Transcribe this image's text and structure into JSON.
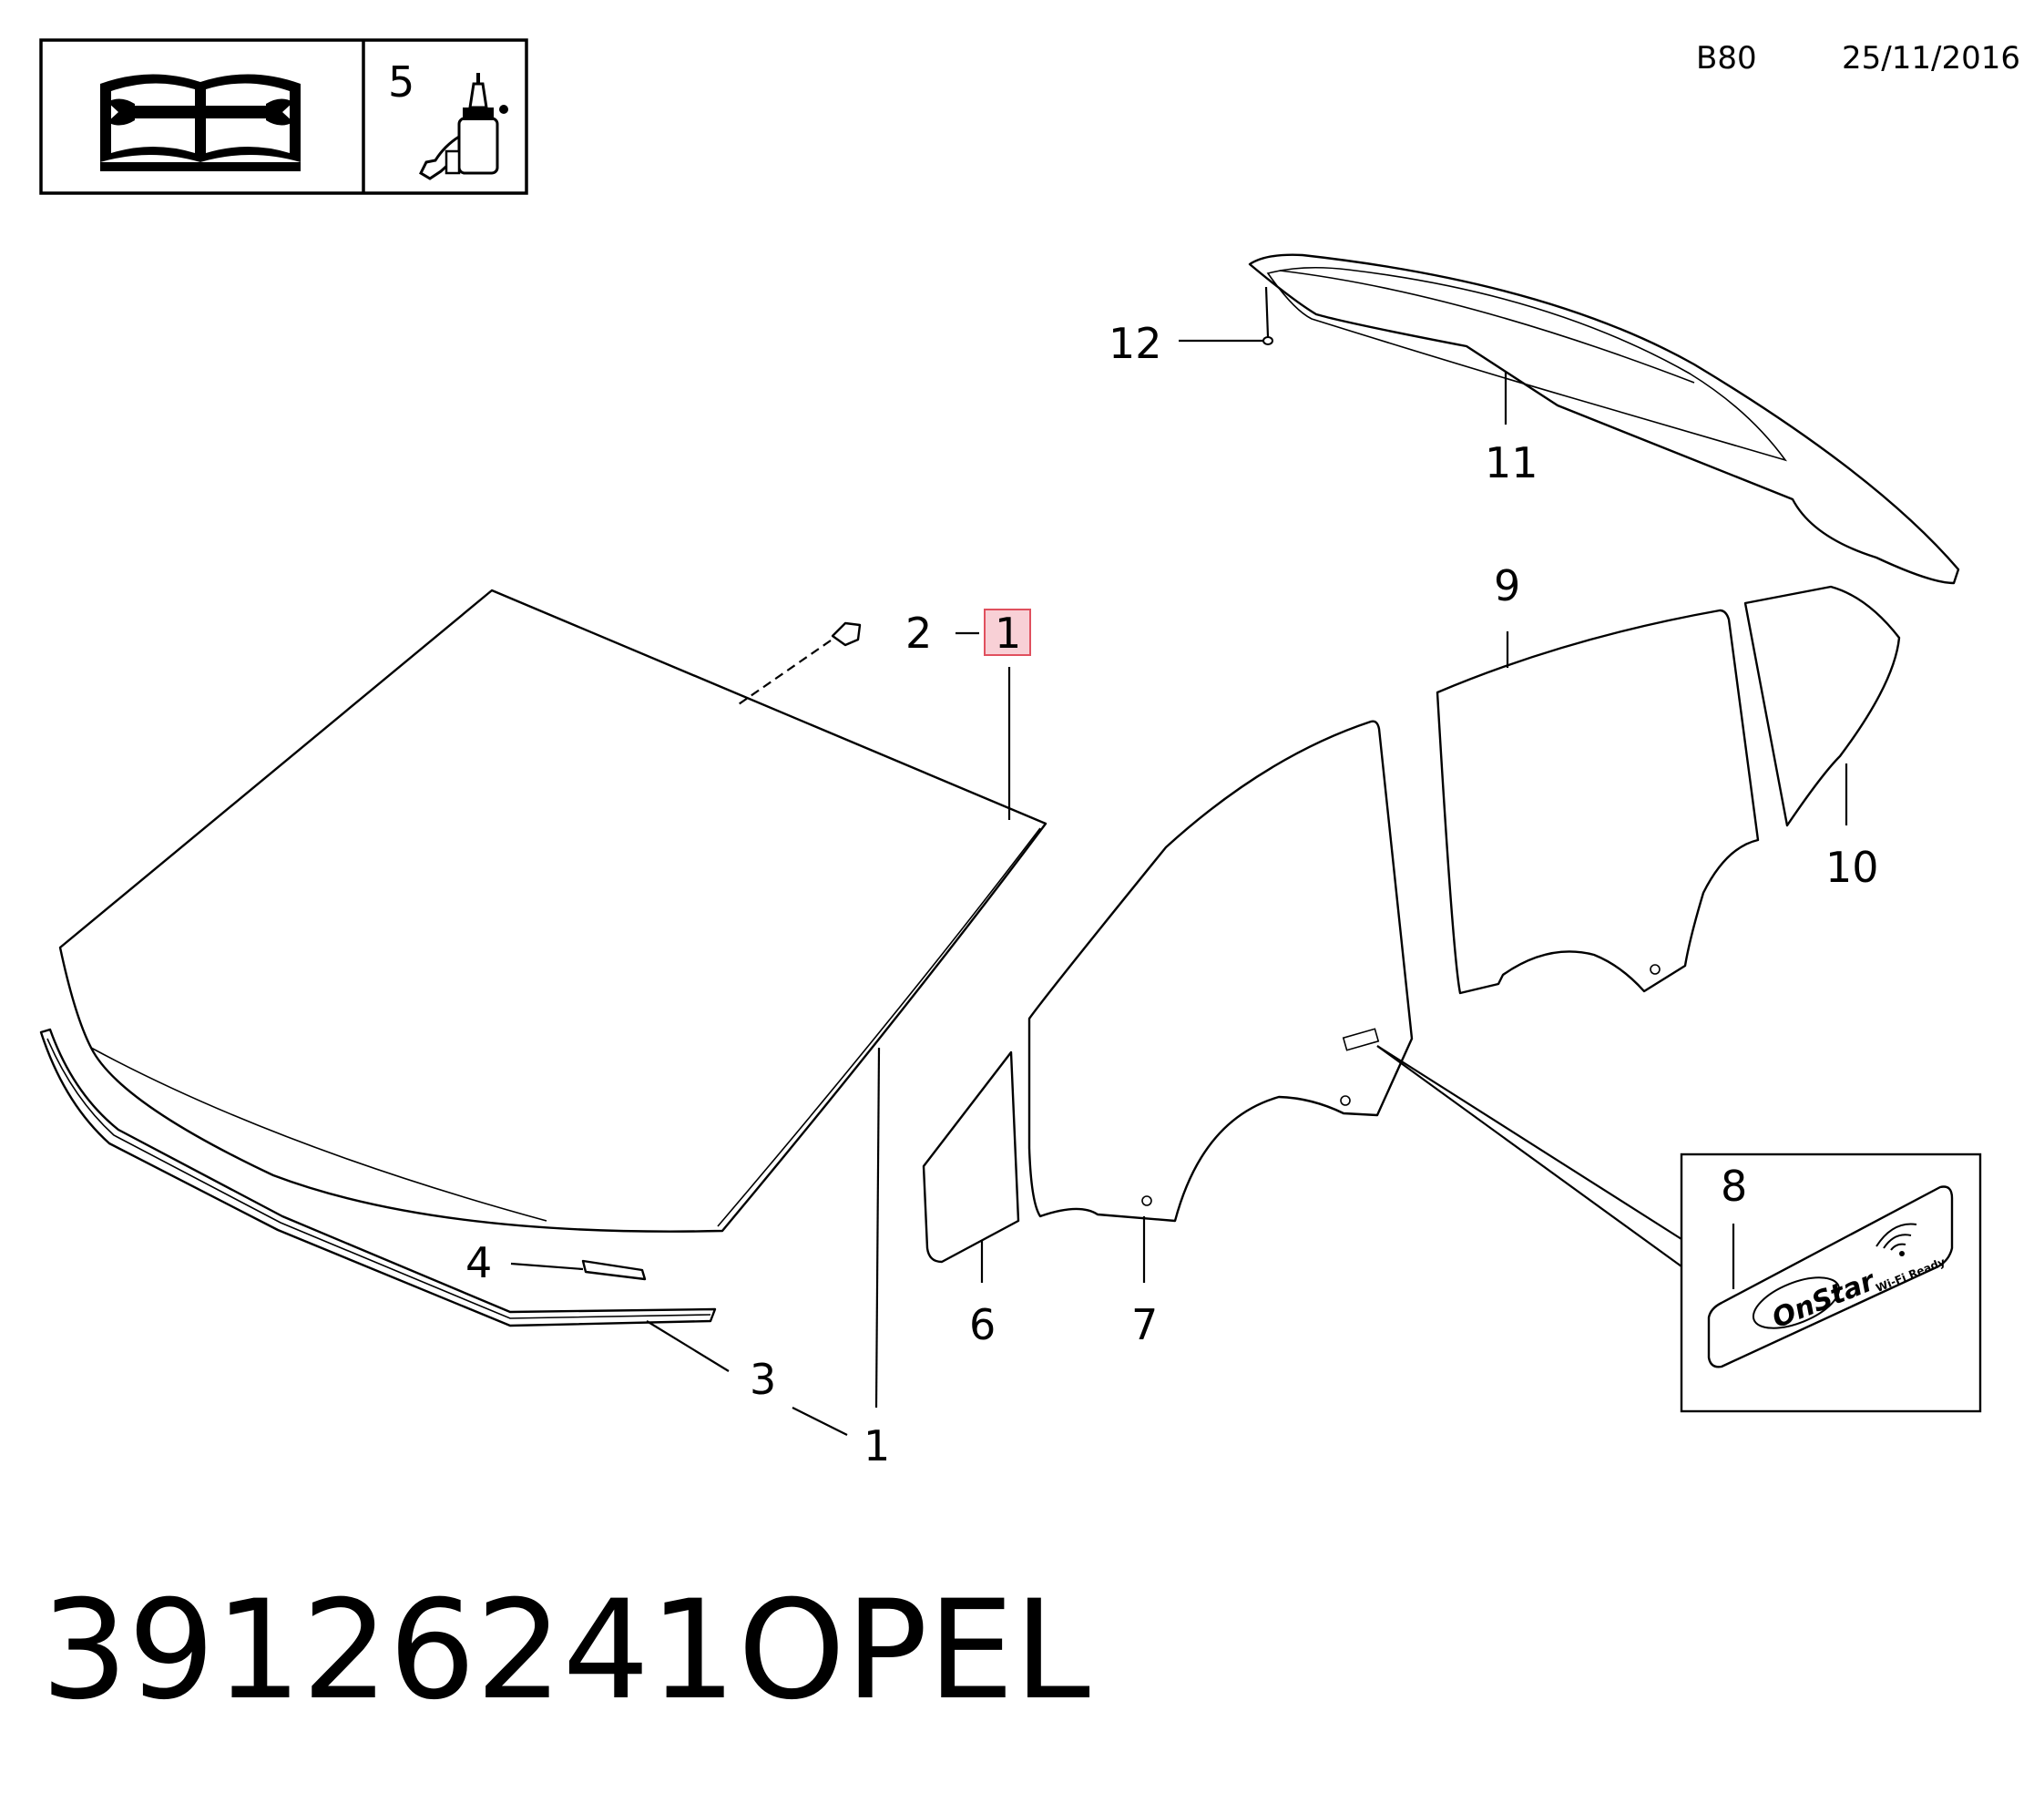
{
  "header": {
    "code": "B80",
    "date": "25/11/2016",
    "legend_number": "5",
    "legend_icons": [
      "manual-wrench-icon",
      "adhesive-bottle-icon"
    ]
  },
  "callouts": {
    "c1_top": "1",
    "c1_bottom": "1",
    "c2": "2",
    "c3": "3",
    "c4": "4",
    "c6": "6",
    "c7": "7",
    "c8": "8",
    "c9": "9",
    "c10": "10",
    "c11": "11",
    "c12": "12"
  },
  "badge": {
    "brand": "OnStar",
    "wifi": "Wi-Fi Ready"
  },
  "footer": {
    "part_number": "39126241",
    "brand": "OPEL"
  },
  "colors": {
    "highlight_fill": "#f8d0d6",
    "highlight_stroke": "#e0505e"
  }
}
